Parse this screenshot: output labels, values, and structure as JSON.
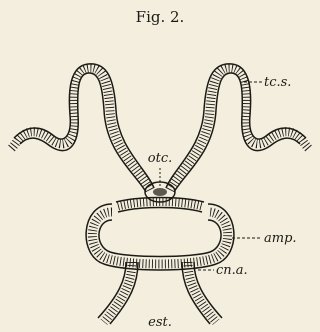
{
  "figure": {
    "title": "Fig. 2.",
    "labels": {
      "tentacles": "tc.s.",
      "otocyst": "otc.",
      "ampulla": "amp.",
      "canal": "cn.a.",
      "stomach": "est."
    }
  },
  "colors": {
    "paper": "#f3eedd",
    "ink": "#1c1a16"
  }
}
